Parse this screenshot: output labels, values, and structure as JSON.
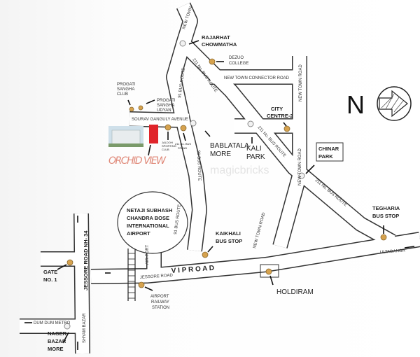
{
  "map": {
    "project": "ORCHID VIEW",
    "watermark": "magicbricks",
    "compass": "N",
    "colors": {
      "landmark_dot": "#d6a24e",
      "project_marker": "#e0242a",
      "project_label": "#e08a7a",
      "road_fill": "#ffffff",
      "road_outline": "#333333"
    },
    "roads": {
      "new_town_top": "NEW TOWN",
      "connector": "NEW TOWN CONNECTOR ROAD",
      "new_town_road": "NEW TOWN ROAD",
      "bus_211": "211 No. BUS ROUTE",
      "bus_91": "91 BUS ROUTE",
      "sourav": "SOURAV GANGULY AVENUE",
      "vip": "V I P   R O A D",
      "jessore": "JESSORE ROAD",
      "jessore_nh": "JESSORE ROAD  NH- 34",
      "air_port": "AIR PORT",
      "ultadanga": "ULTADANGA",
      "dum_dum": "DUM DUM METRO",
      "shyam_bazar": "SHYAM BAZAR"
    },
    "landmarks": {
      "rajarhat": [
        "RAJARHAT",
        "CHOWMATHA"
      ],
      "dezuo": [
        "DEZUO",
        "COLLEGE"
      ],
      "progati_club": [
        "PROGATI",
        "SANGHA",
        "CLUB"
      ],
      "progati_udyan": [
        "PROGATI",
        "SANGHA",
        "UDYAN"
      ],
      "jaldoh": [
        "JALDOH",
        "SPORTING",
        "CLUB"
      ],
      "bus_stand": [
        "211 No. BUS",
        "STAND"
      ],
      "bablatala": [
        "BABLATALA",
        "MORE"
      ],
      "kali_park": [
        "KALI",
        "PARK"
      ],
      "city_centre": [
        "CITY",
        "CENTRE-2"
      ],
      "chinar": [
        "CHINAR",
        "PARK"
      ],
      "tegharia": [
        "TEGHARIA",
        "BUS STOP"
      ],
      "airport": [
        "NETAJI SUBHASH",
        "CHANDRA BOSE",
        "INTERNATIONAL",
        "AIRPORT"
      ],
      "kaikhali": [
        "KAIKHALI",
        "BUS STOP"
      ],
      "holdiram": "HOLDIRAM",
      "airport_station": [
        "AIRPORT",
        "RAILWAY",
        "STATION"
      ],
      "gate": [
        "GATE",
        "NO. 1"
      ],
      "nager_bazar": [
        "NAGER",
        "BAZAR",
        "MORE"
      ]
    }
  }
}
